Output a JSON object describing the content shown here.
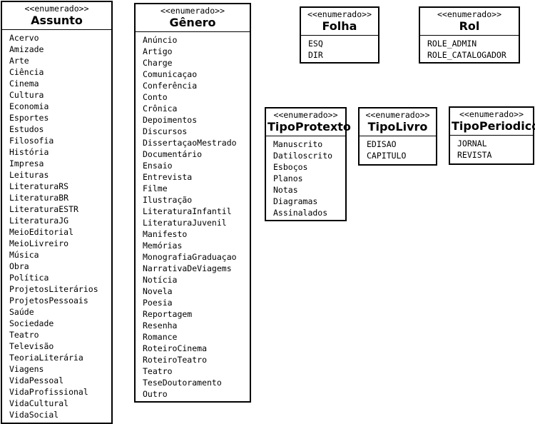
{
  "enums": {
    "assunto": {
      "stereotype": "<<enumerado>>",
      "name": "Assunto",
      "values": [
        "Acervo",
        "Amizade",
        "Arte",
        "Ciência",
        "Cinema",
        "Cultura",
        "Economia",
        "Esportes",
        "Estudos",
        "Filosofia",
        "História",
        "Impresa",
        "Leituras",
        "LiteraturaRS",
        "LiteraturaBR",
        "LiteraturaESTR",
        "LiteraturaJG",
        "MeioEditorial",
        "MeioLivreiro",
        "Música",
        "Obra",
        "Política",
        "ProjetosLiterários",
        "ProjetosPessoais",
        "Saúde",
        "Sociedade",
        "Teatro",
        "Televisão",
        "TeoriaLiterária",
        "Viagens",
        "VidaPessoal",
        "VidaProfissional",
        "VidaCultural",
        "VidaSocial"
      ]
    },
    "genero": {
      "stereotype": "<<enumerado>>",
      "name": "Gênero",
      "values": [
        "Anúncio",
        "Artigo",
        "Charge",
        "Comunicaçao",
        "Conferência",
        "Conto",
        "Crônica",
        "Depoimentos",
        "Discursos",
        "DissertaçaoMestrado",
        "Documentário",
        "Ensaio",
        "Entrevista",
        "Filme",
        "Ilustração",
        "LiteraturaInfantil",
        "LiteraturaJuvenil",
        "Manifesto",
        "Memórias",
        "MonografiaGraduaçao",
        "NarrativaDeViagems",
        "Notícia",
        "Novela",
        "Poesia",
        "Reportagem",
        "Resenha",
        "Romance",
        "RoteiroCinema",
        "RoteiroTeatro",
        "Teatro",
        "TeseDoutoramento",
        "Outro"
      ]
    },
    "folha": {
      "stereotype": "<<enumerado>>",
      "name": "Folha",
      "values": [
        "ESQ",
        "DIR"
      ]
    },
    "rol": {
      "stereotype": "<<enumerado>>",
      "name": "Rol",
      "values": [
        "ROLE_ADMIN",
        "ROLE_CATALOGADOR"
      ]
    },
    "tipoProtexto": {
      "stereotype": "<<enumerado>>",
      "name": "TipoProtexto",
      "values": [
        "Manuscrito",
        "Datiloscrito",
        "Esboços",
        "Planos",
        "Notas",
        "Diagramas",
        "Assinalados"
      ]
    },
    "tipoLivro": {
      "stereotype": "<<enumerado>>",
      "name": "TipoLivro",
      "values": [
        "EDISAO",
        "CAPITULO"
      ]
    },
    "tipoPeriodico": {
      "stereotype": "<<enumerado>>",
      "name": "TipoPeriodico",
      "values": [
        "JORNAL",
        "REVISTA"
      ]
    }
  }
}
